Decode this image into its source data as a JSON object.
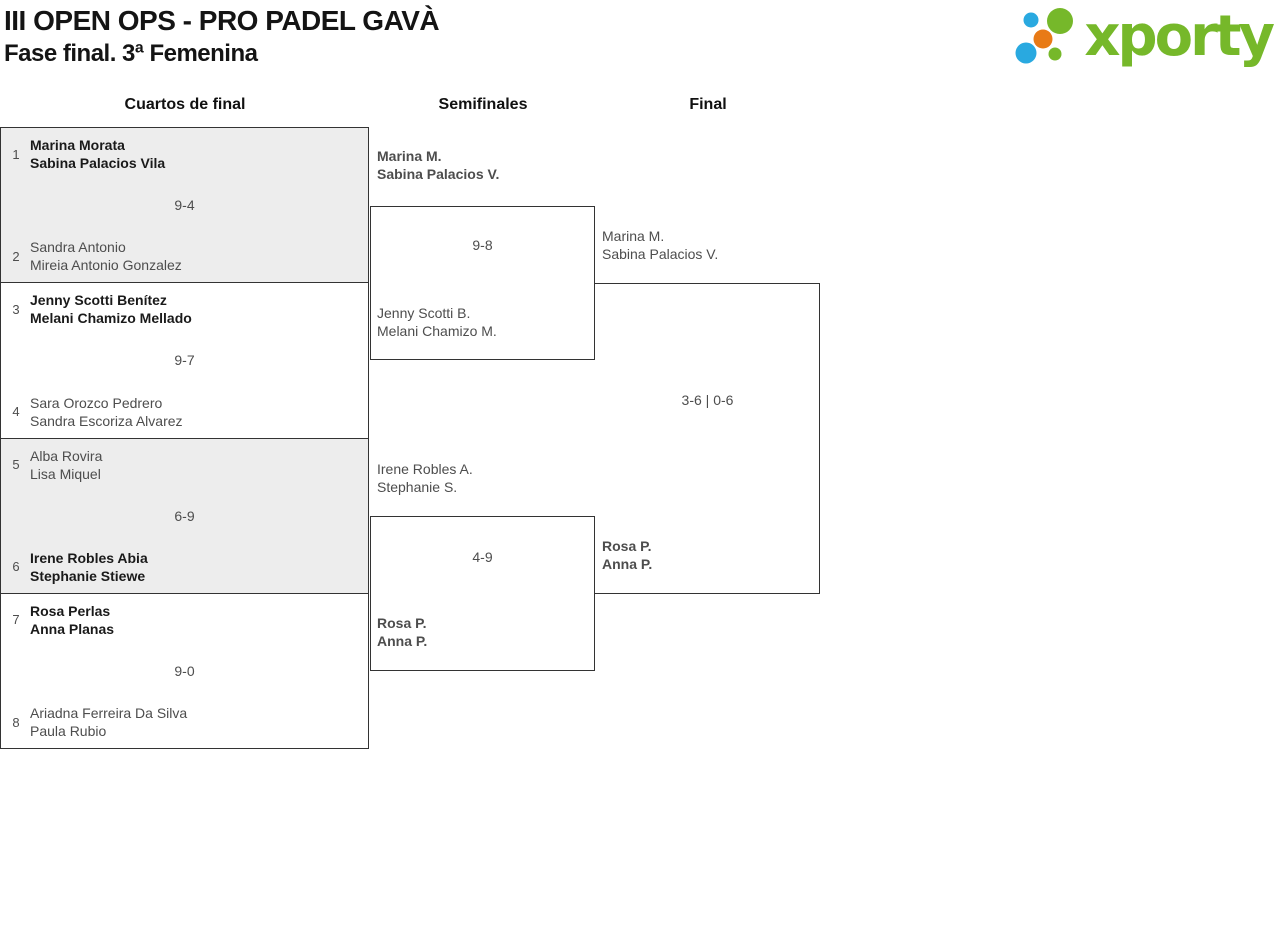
{
  "header": {
    "title": "III OPEN OPS - PRO PADEL GAVÀ",
    "subtitle": "Fase final. 3ª Femenina",
    "logo": {
      "brand": "xporty",
      "green": "#76b82a",
      "blue": "#29a9e0",
      "orange": "#e87a16"
    }
  },
  "columns": {
    "quarterfinals": "Cuartos de final",
    "semifinals": "Semifinales",
    "final": "Final"
  },
  "bracket": {
    "quarterfinals": [
      {
        "score": "9-4",
        "teams": [
          {
            "seed": "1",
            "line1": "Marina Morata",
            "line2": "Sabina Palacios Vila",
            "winner": true
          },
          {
            "seed": "2",
            "line1": "Sandra Antonio",
            "line2": "Mireia Antonio Gonzalez",
            "winner": false
          }
        ]
      },
      {
        "score": "9-7",
        "teams": [
          {
            "seed": "3",
            "line1": "Jenny Scotti Benítez",
            "line2": "Melani Chamizo Mellado",
            "winner": true
          },
          {
            "seed": "4",
            "line1": "Sara Orozco Pedrero",
            "line2": "Sandra Escoriza Alvarez",
            "winner": false
          }
        ]
      },
      {
        "score": "6-9",
        "teams": [
          {
            "seed": "5",
            "line1": "Alba Rovira",
            "line2": "Lisa Miquel",
            "winner": false
          },
          {
            "seed": "6",
            "line1": "Irene Robles Abia",
            "line2": "Stephanie Stiewe",
            "winner": true
          }
        ]
      },
      {
        "score": "9-0",
        "teams": [
          {
            "seed": "7",
            "line1": "Rosa Perlas",
            "line2": "Anna Planas",
            "winner": true
          },
          {
            "seed": "8",
            "line1": "Ariadna Ferreira Da Silva",
            "line2": "Paula Rubio",
            "winner": false
          }
        ]
      }
    ],
    "semifinals": [
      {
        "score": "9-8",
        "teams": [
          {
            "line1": "Marina M.",
            "line2": "Sabina Palacios V.",
            "winner": true
          },
          {
            "line1": "Jenny Scotti B.",
            "line2": "Melani Chamizo M.",
            "winner": false
          }
        ]
      },
      {
        "score": "4-9",
        "teams": [
          {
            "line1": "Irene Robles A.",
            "line2": "Stephanie S.",
            "winner": false
          },
          {
            "line1": "Rosa P.",
            "line2": "Anna P.",
            "winner": true
          }
        ]
      }
    ],
    "final": {
      "score": "3-6 | 0-6",
      "teams": [
        {
          "line1": "Marina M.",
          "line2": "Sabina Palacios V.",
          "winner": false
        },
        {
          "line1": "Rosa P.",
          "line2": "Anna P.",
          "winner": true
        }
      ]
    }
  }
}
